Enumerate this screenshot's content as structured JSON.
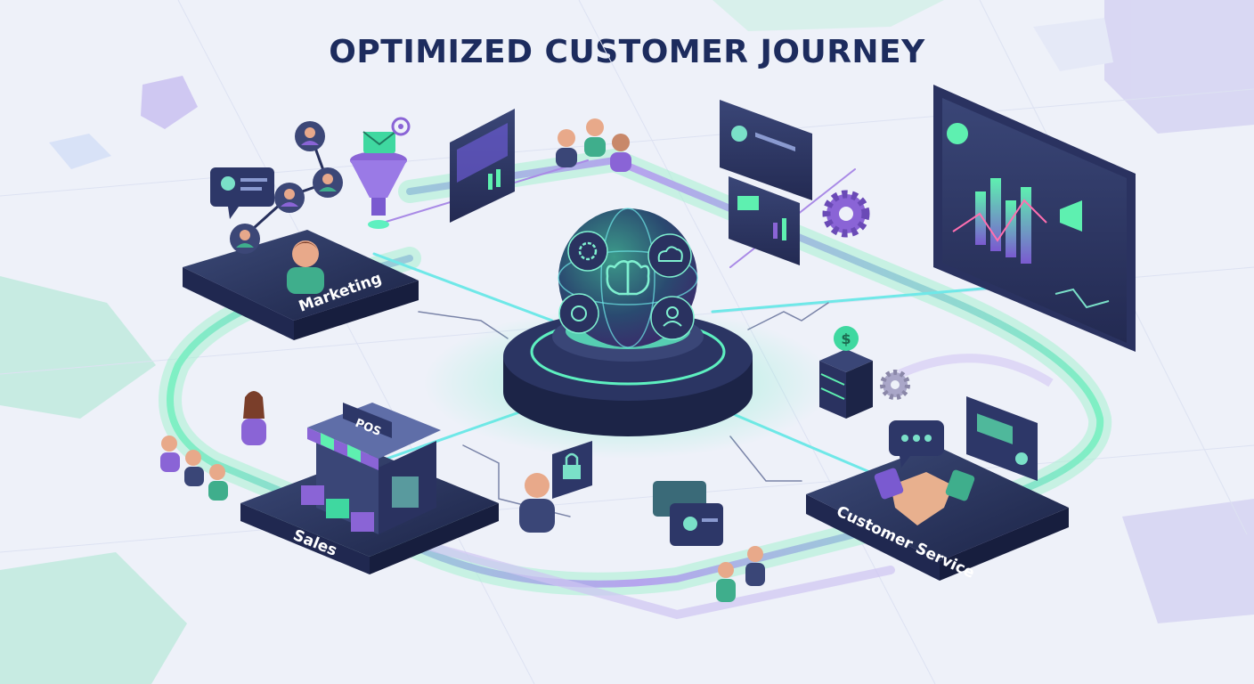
{
  "title": "OPTIMIZED CUSTOMER JOURNEY",
  "stages": {
    "marketing": "Marketing",
    "sales": "Sales",
    "customer_service": "Customer Service"
  },
  "store_sign": "POS",
  "icons": {
    "hub": "brain-globe-icon",
    "hub_nodes": [
      "gear-brain-icon",
      "cloud-icon",
      "user-icon",
      "brain-icon"
    ],
    "marketing": [
      "funnel-icon",
      "email-icon",
      "at-icon",
      "user-network-icon"
    ],
    "sales": [
      "storefront-icon",
      "box-icon"
    ],
    "customer_service": [
      "handshake-icon",
      "chat-icon",
      "profile-card-icon"
    ],
    "misc": [
      "gear-icon",
      "dollar-icon",
      "server-icon",
      "lock-icon",
      "megaphone-icon",
      "bar-chart-icon"
    ]
  },
  "colors": {
    "navy": "#1d2c5e",
    "dark_slate": "#2b3358",
    "teal": "#3fd8b0",
    "purple": "#8a64d6",
    "cyan": "#5ee6e6",
    "background": "#eef1f9"
  }
}
